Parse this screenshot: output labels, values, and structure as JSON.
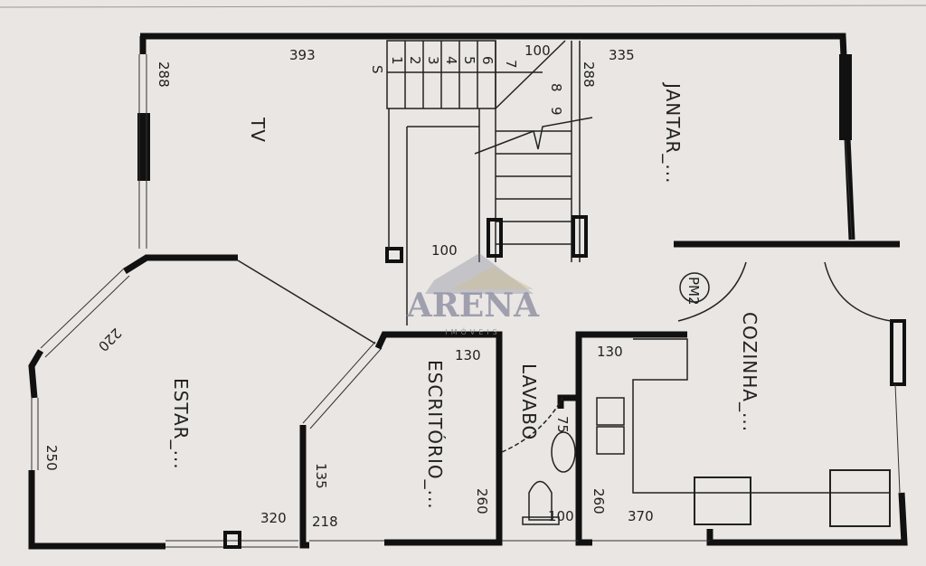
{
  "rooms": {
    "tv": "TV",
    "jantar": "JANTAR_...",
    "estar": "ESTAR_...",
    "escritorio": "ESCRITÓRIO_...",
    "lavabo": "LAVABO",
    "cozinha": "COZINHA_...",
    "door_tag": "PM2"
  },
  "dimensions": {
    "tv_width": "393",
    "tv_depth": "288",
    "stair_width": "100",
    "stair_depth": "288",
    "jantar_width": "335",
    "hall_width": "100",
    "estar_diag": "220",
    "estar_side": "250",
    "escritorio_diag": "135",
    "estar_width": "320",
    "escritorio_width": "218",
    "escritorio_depth": "130",
    "escritorio_length": "260",
    "lavabo_width": "100",
    "lavabo_door": "75",
    "cozinha_depth": "130",
    "cozinha_length": "260",
    "cozinha_width": "370"
  },
  "stairs": {
    "start": "S",
    "steps": [
      "1",
      "2",
      "3",
      "4",
      "5",
      "6",
      "7",
      "8",
      "9"
    ]
  },
  "watermark": {
    "brand": "ARENA",
    "sub": "IMÓVEIS",
    "colors": {
      "building": "#7d7f96",
      "roof": "#c9b98a"
    }
  }
}
